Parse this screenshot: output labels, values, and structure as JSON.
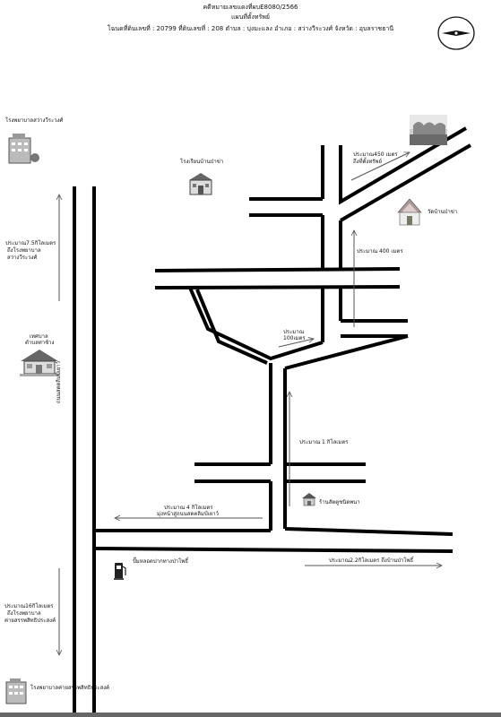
{
  "header": {
    "line1": "คดีหมายเลขแดงที่ผบE8080/2566",
    "line2": "แผนที่ตั้งทรัพย์",
    "line3": "โฉนดที่ดินเลขที่ : 20799 ที่ดินเลขที่ : 208 ตำบล : บุ่งมะแลง อำเภอ : สว่างวีระวงศ์ จังหวัด : อุบลราชธานี"
  },
  "places": {
    "hospital_top": "โรงพยาบาลสว่างวีระวงศ์",
    "school": "โรงเรียนบ้านป่าข่า",
    "temple": "วัดบ้านป่าข่า",
    "municipal_1": "เทศบาล",
    "municipal_2": "ตำบลท่าช้าง",
    "road": "ถนนสตตลิมป์เยาว์",
    "shop": "ร้านสัตตูชนิดพนา",
    "gas": "ปั๊มหลอดปากทางป่าโพธิ์",
    "hospital_bottom": "โรงพยาบาลค่ายสรรพสิทธิประสงค์"
  },
  "distances": {
    "d450_1": "ประมาณ450 เมตร",
    "d450_2": "ถึงที่ตั้งทรัพย์",
    "d400": "ประมาณ 400 เมตร",
    "d100_1": "ประมาณ",
    "d100_2": "100เมตร",
    "d1km": "ประมาณ 1 กิโลเมตร",
    "d4km_1": "ประมาณ 4 กิโลเมตร",
    "d4km_2": "มุ่งหน้าสู่ถนนสตตลิมป์เยาว์",
    "d22km": "ประมาณ2.2กิโลเมตร ถึงบ้านป่าโพธิ์",
    "d75_1": "ประมาณ7.5กิโลเมตร",
    "d75_2": "ถึงโรงพยาบาล",
    "d75_3": "สว่างวีระวงศ์",
    "d16_1": "ประมาณ16กิโลเมตร",
    "d16_2": "ถึงโรงพยาบาล",
    "d16_3": "ค่ายสรรพสิทธิประสงค์"
  },
  "icons": {
    "compass": "compass-icon",
    "hospital": "hospital-icon",
    "school": "school-icon",
    "temple": "temple-icon",
    "house": "house-icon",
    "shop": "shop-icon",
    "gas": "gas-station-icon",
    "property": "property-photo"
  },
  "colors": {
    "road": "#000000",
    "arrow": "#555555"
  }
}
